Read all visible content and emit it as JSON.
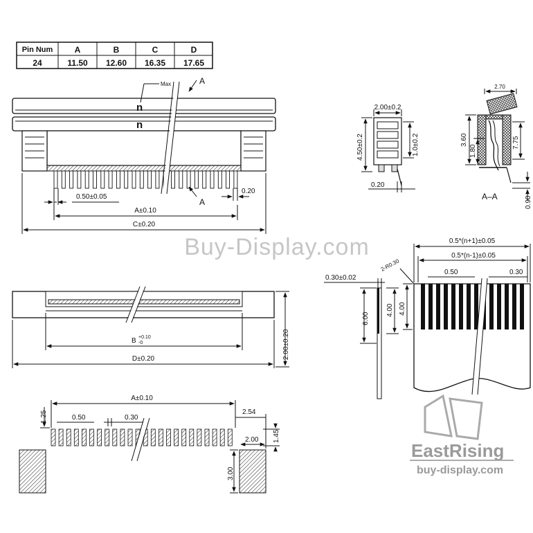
{
  "pin_table": {
    "headers": [
      "Pin Num",
      "A",
      "B",
      "C",
      "D"
    ],
    "row": [
      "24",
      "11.50",
      "12.60",
      "16.35",
      "17.65"
    ]
  },
  "top_view": {
    "max_label": "Max",
    "section_a_top": "A",
    "section_a_bottom": "A",
    "n_top": "n",
    "n_mid": "n",
    "pitch_label": "0.50±0.05",
    "pin_width_label": "0.20",
    "a_dim": "A±0.10",
    "c_dim": "C±0.20"
  },
  "side_view": {
    "width_label": "2.00±0.2",
    "height_label": "4.50±0.2",
    "inner_label": "1.0±0.2",
    "bottom_label": "0.20"
  },
  "section_view": {
    "top_label": "2.70",
    "h1_label": "3.60",
    "h2_label": "1.80",
    "h3_label": "7.75",
    "bottom_label": "0.90",
    "caption": "A–A"
  },
  "front_view": {
    "b_dim": "B",
    "b_tol_plus": "+0.10",
    "b_tol_minus": "-0",
    "d_dim": "D±0.20",
    "height_dim": "2.00±0.20"
  },
  "footprint": {
    "a_dim": "A±0.10",
    "pad_pitch": "0.50",
    "pad_width": "0.30",
    "left_offset": "1.25",
    "right_ext": "2.54",
    "pad_height": "1.45",
    "mount_width": "2.00",
    "mount_height": "3.00"
  },
  "fpc": {
    "width_top": "0.5*(n+1)±0.05",
    "width_inner": "0.5*(n-1)±0.05",
    "radius": "2-R0.30",
    "thickness": "0.30±0.02",
    "pitch": "0.50",
    "finger": "0.30",
    "len_total": "6.00",
    "len_contact": "4.00"
  },
  "watermark": {
    "site": "Buy-Display.com",
    "brand": "EastRising",
    "url": "buy-display.com"
  }
}
